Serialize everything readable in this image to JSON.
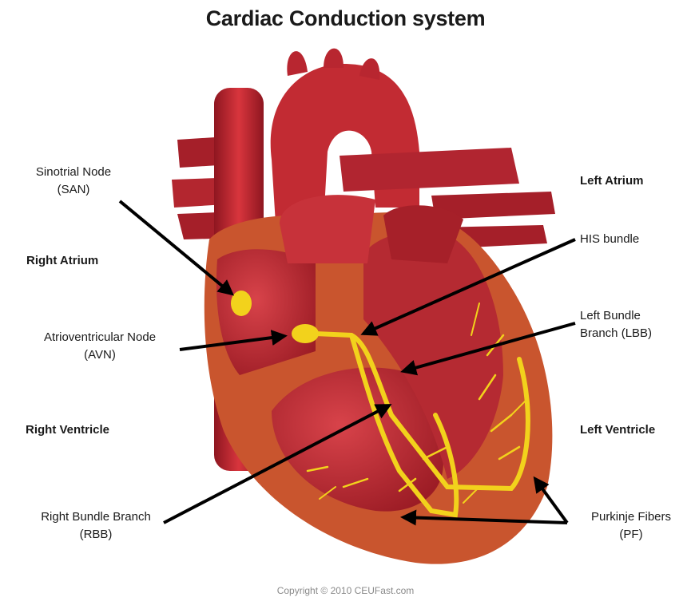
{
  "title": "Cardiac Conduction system",
  "labels": {
    "san": {
      "line1": "Sinotrial Node",
      "line2": "(SAN)"
    },
    "right_atrium": "Right Atrium",
    "avn": {
      "line1": "Atrioventricular Node",
      "line2": "(AVN)"
    },
    "right_ventricle": "Right Ventricle",
    "rbb": {
      "line1": "Right Bundle Branch",
      "line2": "(RBB)"
    },
    "left_atrium": "Left Atrium",
    "his": "HIS bundle",
    "lbb": {
      "line1": "Left Bundle",
      "line2": "Branch (LBB)"
    },
    "left_ventricle": "Left Ventricle",
    "pf": {
      "line1": "Purkinje Fibers",
      "line2": "(PF)"
    }
  },
  "copyright": "Copyright © 2010 CEUFast.com",
  "colors": {
    "heart_red": "#b8232c",
    "muscle": "#c9552e",
    "conduction_yellow": "#f2d21c",
    "arrow": "#000000"
  }
}
